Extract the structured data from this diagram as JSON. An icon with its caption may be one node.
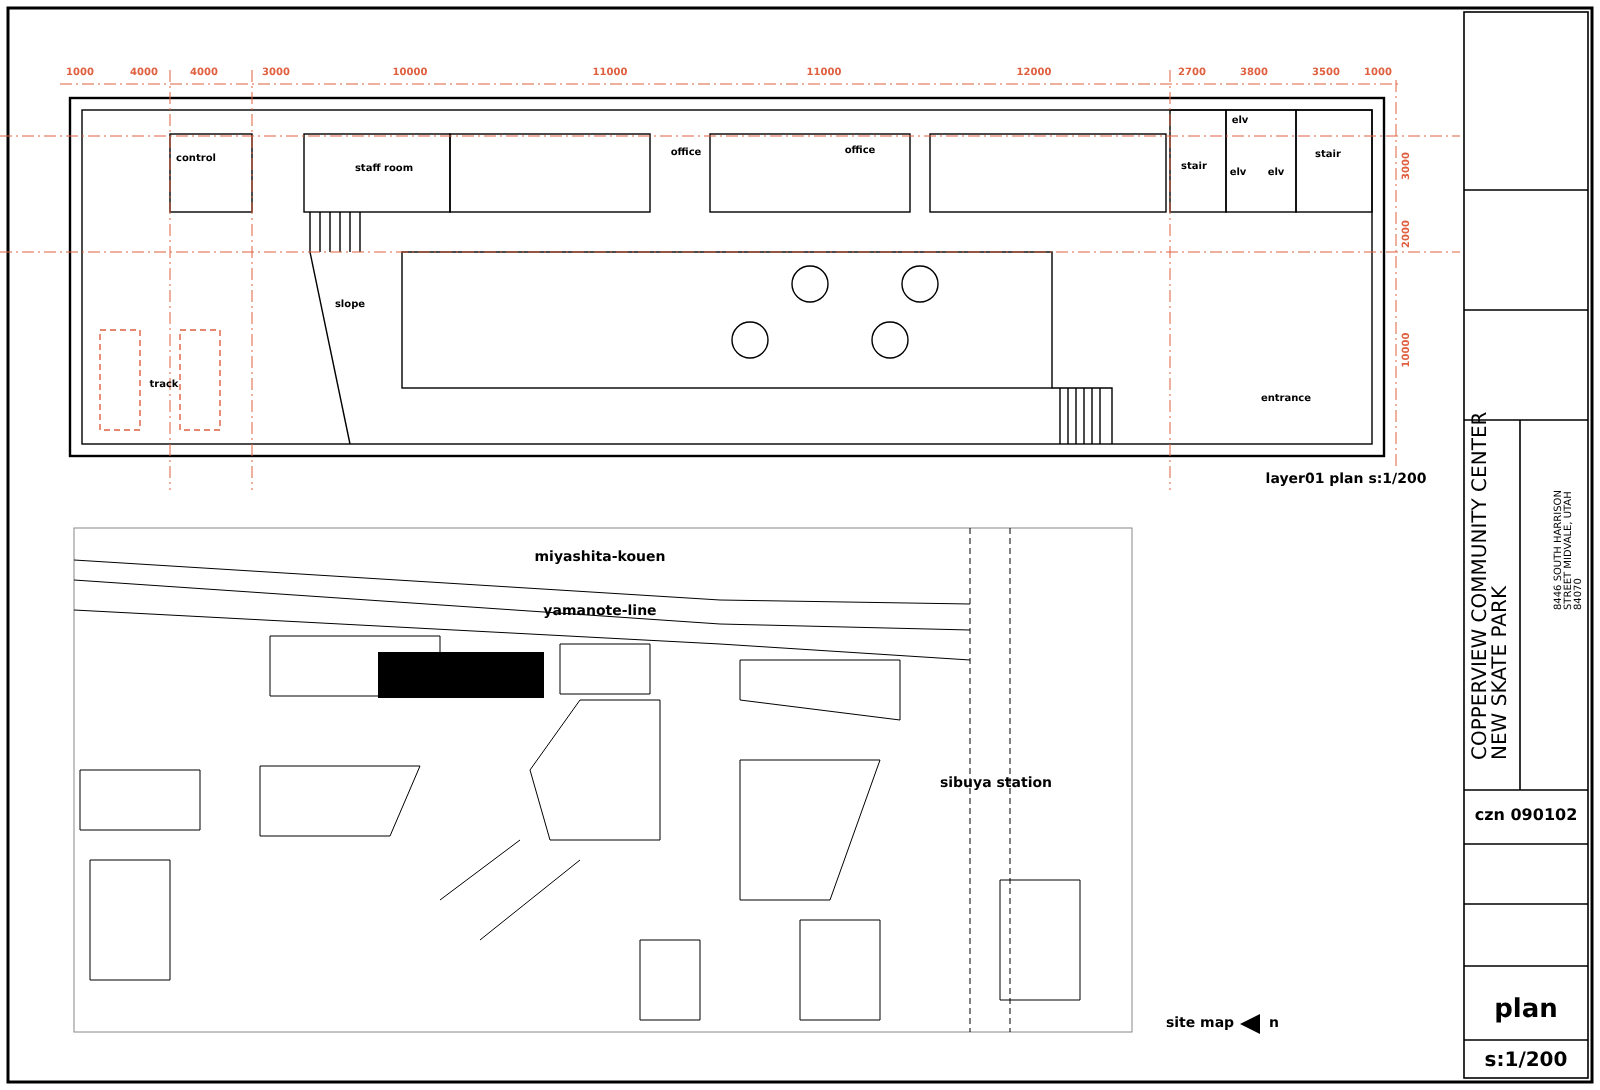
{
  "diagram": {
    "labels": [
      "1000",
      "4000",
      "4000",
      "3000",
      "10000",
      "11000",
      "11000",
      "12000",
      "2700",
      "3800",
      "3500",
      "1000",
      "control",
      "staff room",
      "office",
      "office",
      "elv",
      "stair",
      "elv",
      "elv",
      "stair",
      "slope",
      "track",
      "entrance",
      "3000",
      "2000",
      "10000",
      "layer01 plan s:1/200",
      "miyashita-kouen",
      "yamanote-line",
      "sibuya station",
      "site map",
      "n",
      "COPPERVIEW COMMUNITY CENTER NEW SKATE PARK",
      "8446 SOUTH HARRISON STREET MIDVALE, UTAH 84070",
      "czn 090102",
      "plan",
      "s:1/200"
    ]
  }
}
